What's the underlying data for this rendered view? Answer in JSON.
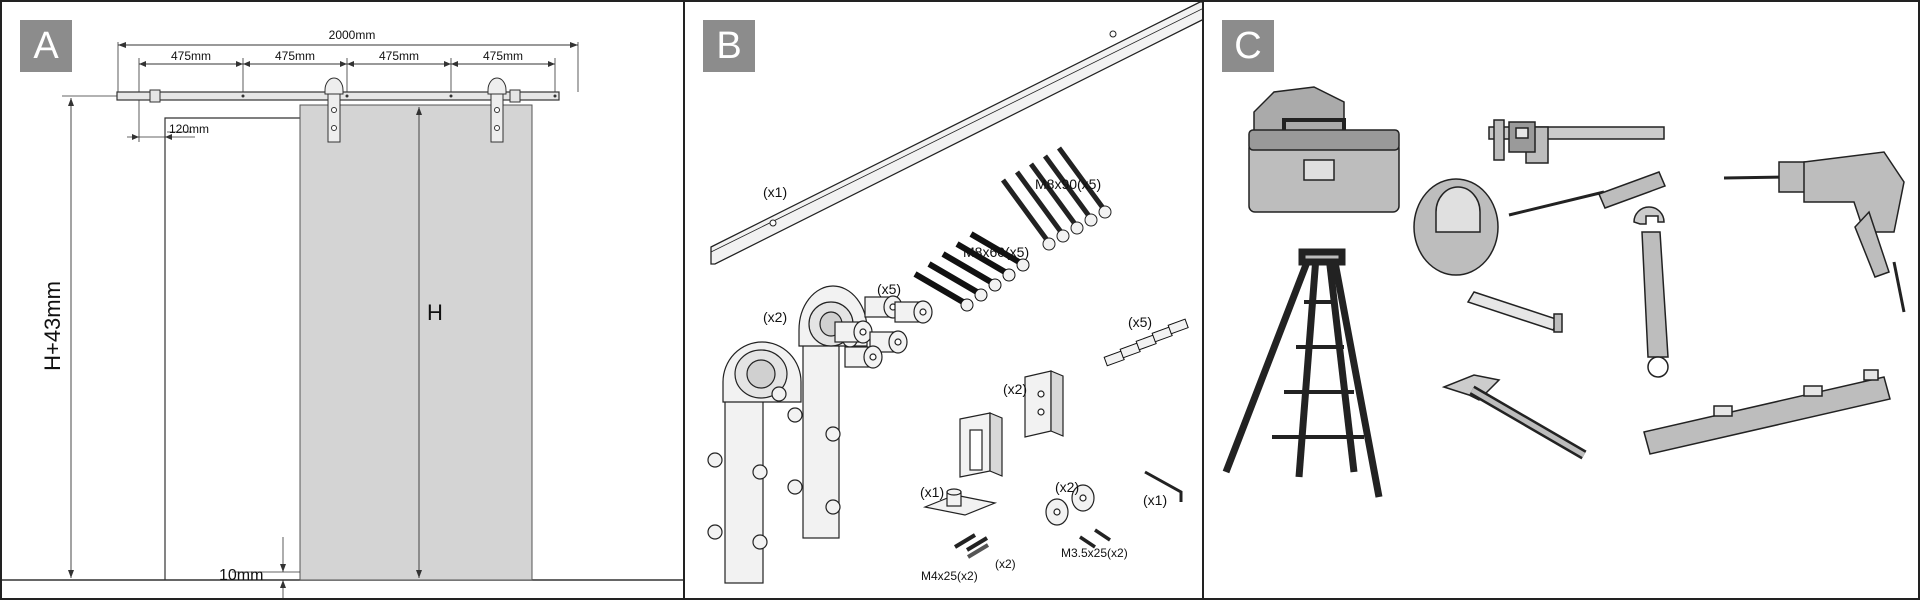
{
  "panels": [
    {
      "letter": "A"
    },
    {
      "letter": "B"
    },
    {
      "letter": "C"
    }
  ],
  "panel_a": {
    "total_width": "2000mm",
    "segments": [
      "475mm",
      "475mm",
      "475mm",
      "475mm"
    ],
    "overhang": "120mm",
    "height_left": "H+43mm",
    "height_door": "H",
    "floor_gap": "10mm"
  },
  "panel_b": {
    "rail_qty": "(x1)",
    "hangers_qty": "(x2)",
    "rollers_qty": "(x5)",
    "lag_long": "M8x90(x5)",
    "lag_short": "M8x60(x5)",
    "spacers_qty": "(x5)",
    "stoppers_qty": "(x2)",
    "guide_qty": "(x1)",
    "guide_screws": "M4x25(x2)",
    "guide_screws_extra": "(x2)",
    "bumpers_qty": "(x2)",
    "bumper_screws": "M3.5x25(x2)",
    "wrench_qty": "(x1)"
  },
  "panel_c": {
    "tools": [
      "toolbox-icon",
      "caliper-icon",
      "screwdriver-icon",
      "drill-icon",
      "ladder-icon",
      "tape-measure-icon",
      "wrench-icon",
      "hammer-icon",
      "level-icon"
    ]
  },
  "colors": {
    "border": "#222222",
    "badge": "#8c8c8c",
    "door": "#d4d4d4",
    "tool_fill": "#bdbdbd",
    "line": "#333333"
  }
}
